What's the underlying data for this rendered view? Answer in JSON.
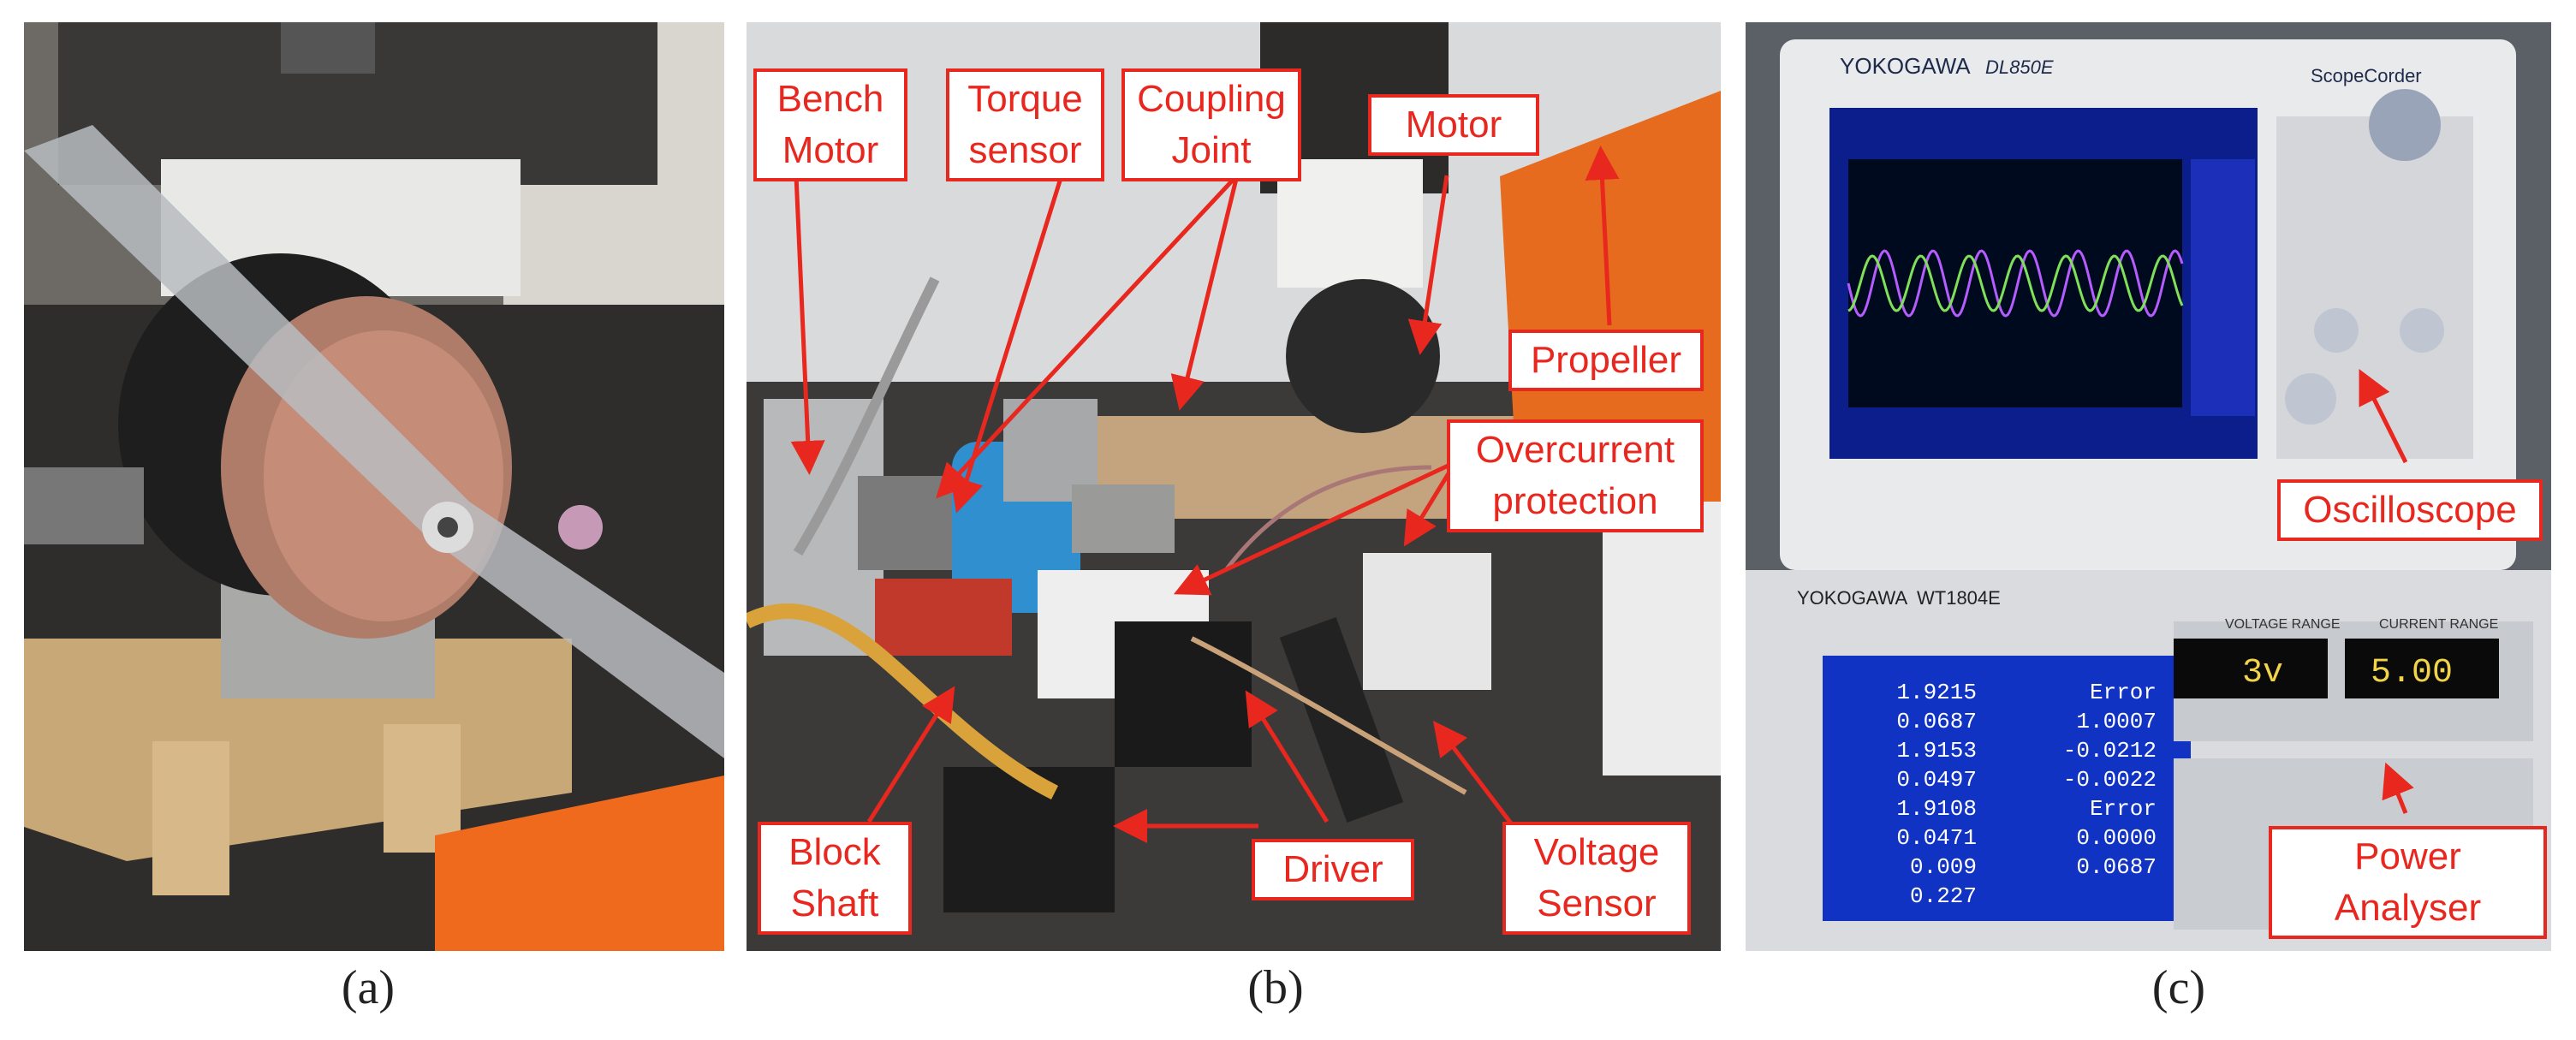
{
  "captions": {
    "a": "(a)",
    "b": "(b)",
    "c": "(c)"
  },
  "callouts": {
    "bench_motor": [
      "Bench",
      "Motor"
    ],
    "torque_sensor": [
      "Torque",
      "sensor"
    ],
    "coupling_joint": [
      "Coupling",
      "Joint"
    ],
    "motor": "Motor",
    "propeller": "Propeller",
    "overcurrent_protection": [
      "Overcurrent",
      "protection"
    ],
    "block_shaft": [
      "Block",
      "Shaft"
    ],
    "driver": "Driver",
    "voltage_sensor": [
      "Voltage",
      "Sensor"
    ],
    "oscilloscope": "Oscilloscope",
    "power_analyser": [
      "Power",
      "Analyser"
    ]
  },
  "devices": {
    "oscilloscope_brand": "YOKOGAWA",
    "oscilloscope_model": "DL850E",
    "oscilloscope_series": "ScopeCorder",
    "analyzer_brand": "YOKOGAWA",
    "analyzer_model": "WT1804E",
    "voltage_range_label": "VOLTAGE RANGE",
    "voltage_range_value": "3v",
    "current_range_label": "CURRENT RANGE",
    "current_range_value": "5.00",
    "readings_left": [
      "1.9215",
      "0.0687",
      "1.9153",
      "0.0497",
      "1.9108",
      "0.0471",
      "0.009",
      "0.227"
    ],
    "readings_right": [
      "Error",
      "1.0007",
      "-0.0212",
      "-0.0022",
      "Error",
      "0.0000",
      "0.0687"
    ]
  },
  "colors": {
    "callout": "#e8271f",
    "screen_blue": "#1a3fb0"
  }
}
